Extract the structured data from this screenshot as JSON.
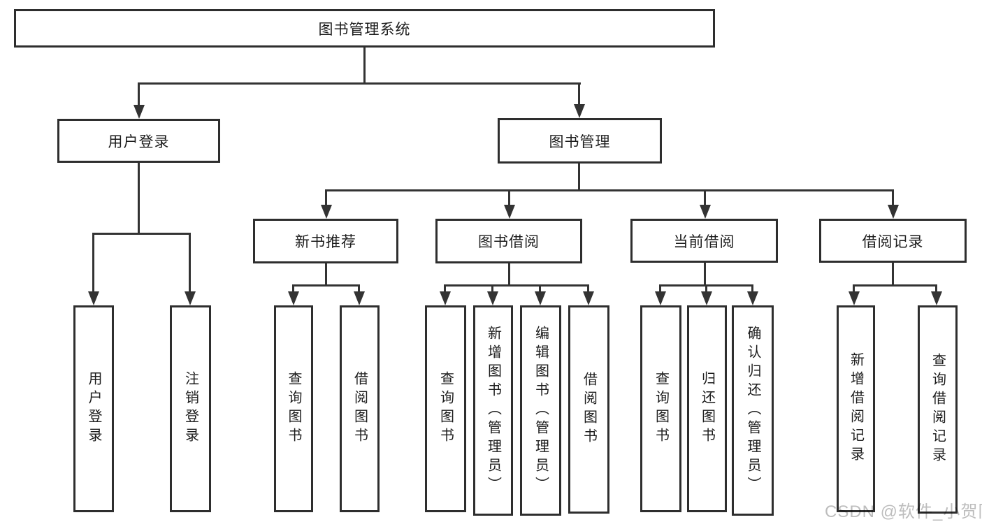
{
  "diagram": {
    "type": "hierarchy-tree",
    "root": {
      "label": "图书管理系统",
      "children": [
        {
          "label": "用户登录",
          "children": [
            {
              "label": "用户登录"
            },
            {
              "label": "注销登录"
            }
          ]
        },
        {
          "label": "图书管理",
          "children": [
            {
              "label": "新书推荐",
              "children": [
                {
                  "label": "查询图书"
                },
                {
                  "label": "借阅图书"
                }
              ]
            },
            {
              "label": "图书借阅",
              "children": [
                {
                  "label": "查询图书"
                },
                {
                  "label": "新增图书（管理员）"
                },
                {
                  "label": "编辑图书（管理员）"
                },
                {
                  "label": "借阅图书"
                }
              ]
            },
            {
              "label": "当前借阅",
              "children": [
                {
                  "label": "查询图书"
                },
                {
                  "label": "归还图书"
                },
                {
                  "label": "确认归还（管理员）"
                }
              ]
            },
            {
              "label": "借阅记录",
              "children": [
                {
                  "label": "新增借阅记录"
                },
                {
                  "label": "查询借阅记录"
                }
              ]
            }
          ]
        }
      ]
    }
  },
  "colors": {
    "line": "#333333",
    "box_border": "#2e2e2e",
    "box_fill": "#ffffff",
    "text": "#1c1c1c",
    "watermark": "#bdbdbd",
    "background": "#ffffff"
  },
  "watermark": {
    "text": "CSDN @软件_小贺同学"
  }
}
